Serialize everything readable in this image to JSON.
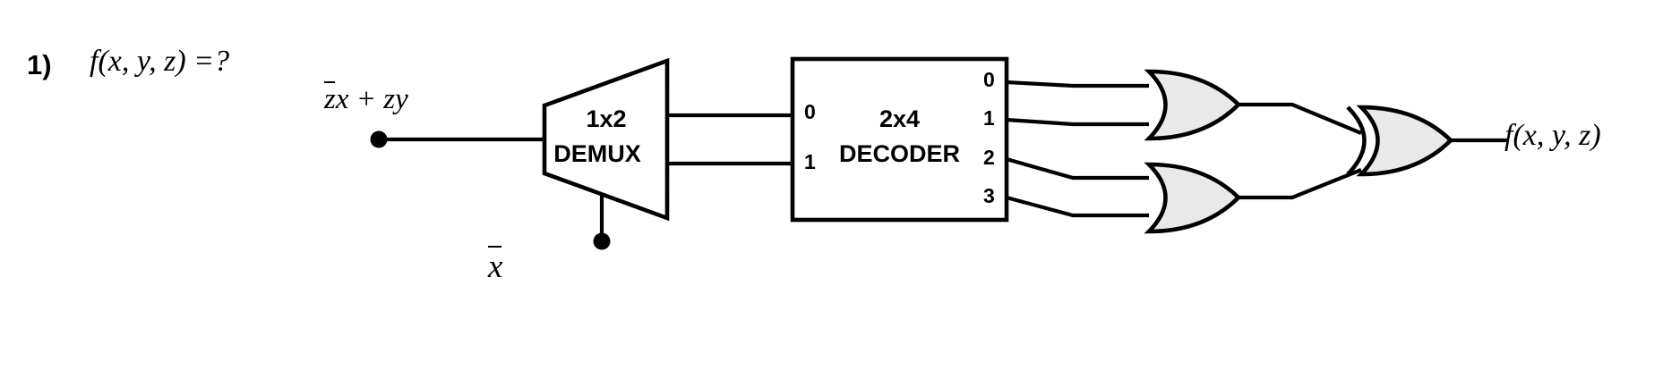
{
  "question": {
    "number": "1)",
    "expression_f": "f",
    "expression_args": "(x, y, z) =?"
  },
  "signals": {
    "data_input_overbar": "z",
    "data_input_rest": "x + zy",
    "select_input": "x",
    "output_f": "f",
    "output_args": "(x, y, z)"
  },
  "demux": {
    "title": "1x2",
    "subtitle": "DEMUX",
    "outputs": [
      "0",
      "1"
    ]
  },
  "decoder": {
    "title": "2x4",
    "subtitle": "DECODER",
    "inputs": [
      "0",
      "1"
    ],
    "outputs": [
      "0",
      "1",
      "2",
      "3"
    ]
  },
  "gates": [
    {
      "name": "or-gate-top",
      "type": "OR",
      "inputs": [
        "0",
        "1"
      ]
    },
    {
      "name": "or-gate-bottom",
      "type": "OR",
      "inputs": [
        "2",
        "3"
      ]
    },
    {
      "name": "xor-gate-output",
      "type": "XOR",
      "inputs": [
        "or-top",
        "or-bottom"
      ]
    }
  ],
  "colors": {
    "stroke": "#000000",
    "gate_fill": "#e9e9e9",
    "background": "#ffffff"
  }
}
